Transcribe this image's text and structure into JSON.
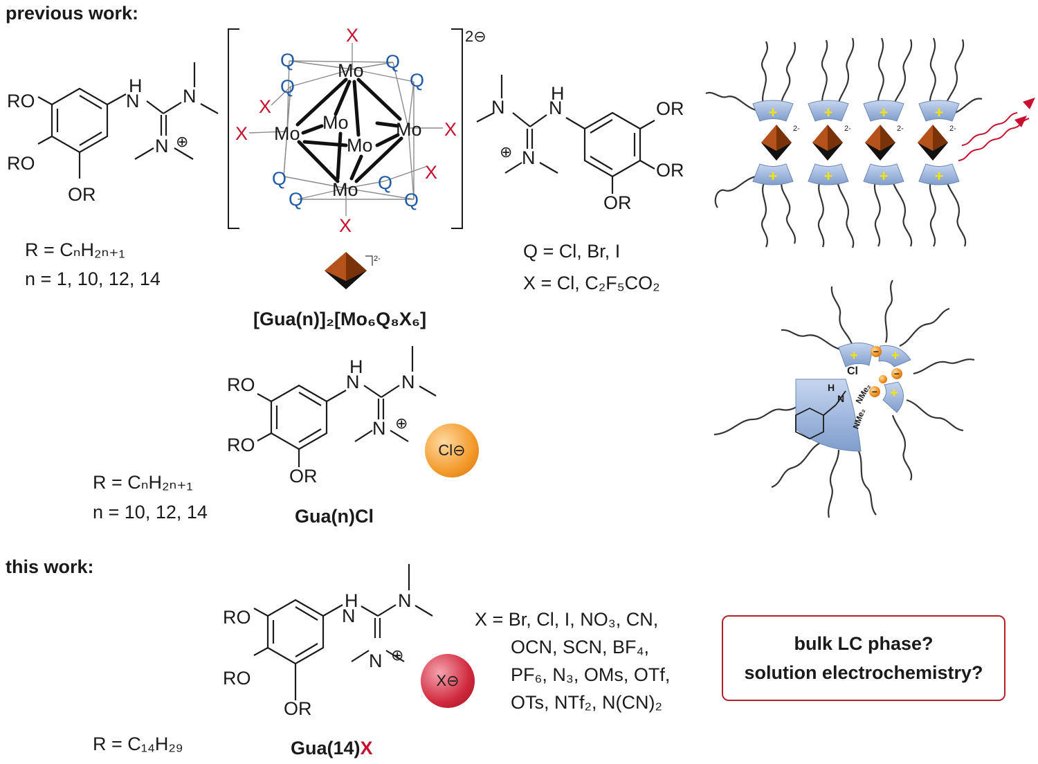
{
  "headings": {
    "previous": "previous work:",
    "current": "this work:"
  },
  "atoms": {
    "ro": "RO",
    "or": "OR",
    "h": "H",
    "n": "N",
    "mo": "Mo",
    "q": "Q",
    "x": "X",
    "cl": "Cl",
    "nme2": "NMe₂"
  },
  "charges": {
    "plus": "⊕",
    "cluster": "2⊖",
    "cluster_small": "2-"
  },
  "previous": {
    "r_def_1": "R = CₙH₂ₙ₊₁",
    "n_values_1": "n = 1, 10, 12, 14",
    "compound_1": "[Gua(n)]₂[Mo₆Q₈X₆]",
    "q_def": "Q = Cl, Br, I",
    "x_def": "X = Cl, C₂F₅CO₂",
    "r_def_2": "R = CₙH₂ₙ₊₁",
    "n_values_2": "n = 10, 12, 14",
    "compound_2": "Gua(n)Cl",
    "counter_ion": "Cl⊖"
  },
  "current": {
    "x_list": [
      "X = Br, Cl, I, NO₃, CN,",
      "OCN, SCN, BF₄,",
      "PF₆, N₃, OMs, OTf,",
      "OTs, NTf₂, N(CN)₂"
    ],
    "r_def": "R = C₁₄H₂₉",
    "compound_prefix": "Gua(14)",
    "compound_suffix": "X",
    "counter_ion": "X⊖",
    "questions": [
      "bulk LC phase?",
      "solution electrochemistry?"
    ]
  },
  "colors": {
    "red_accent": "#c8102e",
    "blue_q": "#1f5aa6",
    "cation_blue": "#9ab4dc",
    "octahedron": "#b5521b",
    "chloride_ball": "#f39a2b",
    "anion_ball": "#c8102e",
    "plus_yellow": "#f7e400"
  }
}
